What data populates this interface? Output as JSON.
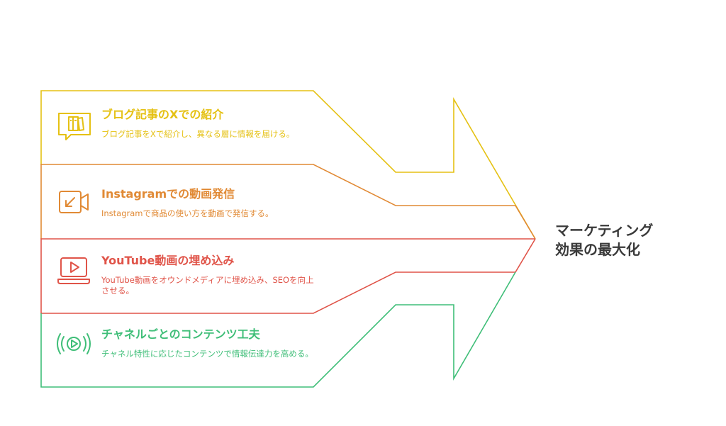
{
  "sections": [
    {
      "title": "ブログ記事のXでの紹介",
      "description": "ブログ記事をXで紹介し、異なる層に情報を届ける。",
      "icon": "blog-book-icon",
      "color": "#e5c113"
    },
    {
      "title": "Instagramでの動画発信",
      "description": "Instagramで商品の使い方を動画で発信する。",
      "icon": "video-camera-icon",
      "color": "#e18a35"
    },
    {
      "title": "YouTube動画の埋め込み",
      "description": "YouTube動画をオウンドメディアに埋め込み、SEOを向上させる。",
      "icon": "video-player-icon",
      "color": "#e05449"
    },
    {
      "title": "チャネルごとのコンテンツ工夫",
      "description": "チャネル特性に応じたコンテンツで情報伝達力を高める。",
      "icon": "broadcast-play-icon",
      "color": "#3fbe78"
    }
  ],
  "goal": {
    "line1": "マーケティング",
    "line2": "効果の最大化"
  }
}
